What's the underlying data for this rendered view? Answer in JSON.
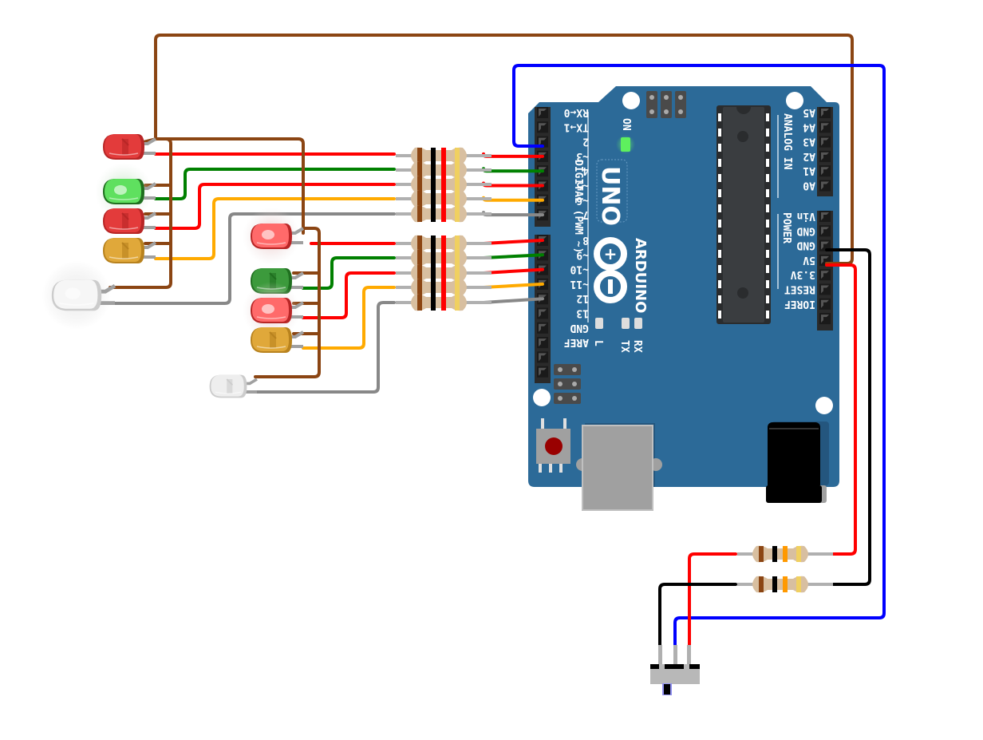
{
  "board": {
    "model_label": "UNO",
    "brand_label": "ARDUINO",
    "on_label": "ON",
    "digital_section_label": "DIGITAL (PWM ~)",
    "analog_section_label": "ANALOG IN",
    "power_section_label": "POWER",
    "led_labels": [
      "L",
      "TX",
      "RX"
    ],
    "digital_pins": [
      "RX←0",
      "TX→1",
      "2",
      "~3",
      "4",
      "~5",
      "~6",
      "7",
      "8",
      "~9",
      "~10",
      "~11",
      "12",
      "13",
      "GND",
      "AREF"
    ],
    "analog_pins": [
      "A5",
      "A4",
      "A3",
      "A2",
      "A1",
      "A0"
    ],
    "power_pins": [
      "Vin",
      "GND",
      "GND",
      "5V",
      "3.3V",
      "RESET",
      "IOREF"
    ],
    "colors": {
      "board": "#2c6a98",
      "header": "#2a2a2a",
      "chip": "#3a3d40",
      "on_led": "#5ef05e"
    }
  },
  "leds": [
    {
      "group": "left",
      "color": "red",
      "lit": false
    },
    {
      "group": "left",
      "color": "green",
      "lit": true
    },
    {
      "group": "left",
      "color": "red",
      "lit": false
    },
    {
      "group": "left",
      "color": "yellow",
      "lit": false
    },
    {
      "group": "left",
      "color": "white",
      "lit": true
    },
    {
      "group": "right",
      "color": "red",
      "lit": true
    },
    {
      "group": "right",
      "color": "green",
      "lit": false
    },
    {
      "group": "right",
      "color": "red",
      "lit": true
    },
    {
      "group": "right",
      "color": "yellow",
      "lit": false
    },
    {
      "group": "right",
      "color": "white",
      "lit": false
    }
  ],
  "resistors": {
    "led_bank_bands": [
      "#8b4513",
      "#000000",
      "#ff0000",
      "#f0d060"
    ],
    "switch_bands": [
      "#8b4513",
      "#000000",
      "#ff9900",
      "#f0d060"
    ],
    "led_bank_count": 10,
    "switch_count": 2
  },
  "wire_colors": {
    "red": "#ff0000",
    "green": "#008000",
    "yellow": "#ffaa00",
    "gray": "#888888",
    "brown": "#8b4513",
    "blue": "#0000ff",
    "black": "#000000"
  },
  "switch": {
    "type": "slide-switch"
  }
}
